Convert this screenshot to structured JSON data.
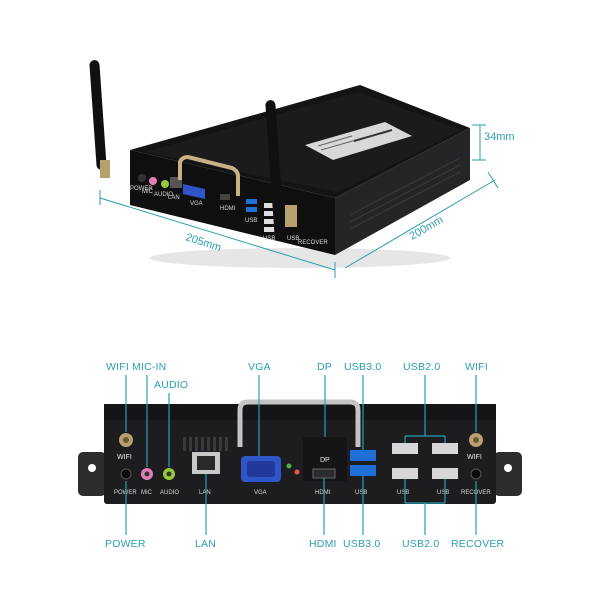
{
  "dimensions": {
    "height": "34mm",
    "width": "205mm",
    "depth": "200mm"
  },
  "top_view_ports": {
    "power": "POWER",
    "mic": "MIC",
    "audio": "AUDIO",
    "lan": "LAN",
    "vga": "VGA",
    "hdmi": "HDMI",
    "usb1": "USB",
    "usb2": "USB",
    "usb3": "USB",
    "recover": "RECOVER"
  },
  "front_panel_ports": {
    "wifi_left": "WIFI",
    "wifi_right": "WIFI",
    "dp": "DP",
    "power": "POWER",
    "mic": "MIC",
    "audio": "AUDIO",
    "lan": "LAN",
    "vga": "VGA",
    "hdmi": "HDMI",
    "usb_a": "USB",
    "usb_b": "USB",
    "usb_c": "USB",
    "recover": "RECOVER"
  },
  "callouts": {
    "top": {
      "wifi_left": "WIFI",
      "mic_in": "MIC-IN",
      "audio": "AUDIO",
      "vga": "VGA",
      "dp": "DP",
      "usb3": "USB3.0",
      "usb2": "USB2.0",
      "wifi_right": "WIFI"
    },
    "bottom": {
      "power": "POWER",
      "lan": "LAN",
      "hdmi": "HDMI",
      "usb3": "USB3.0",
      "usb2": "USB2.0",
      "recover": "RECOVER"
    }
  },
  "colors": {
    "accent": "#2a9fb3",
    "chassis": "#1c1c1e",
    "usb3_blue": "#1f6fd6",
    "vga_blue": "#2f55c9",
    "mic_pink": "#e07fb7",
    "audio_green": "#98c93c"
  }
}
